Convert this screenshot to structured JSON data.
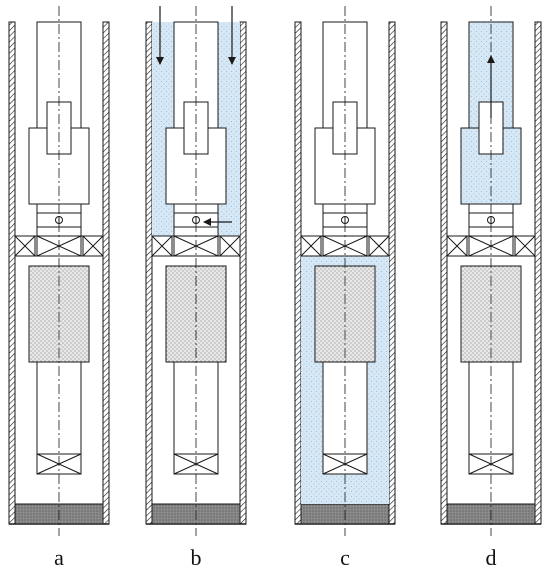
{
  "colors": {
    "stroke": "#1a1a1a",
    "fluid": "#d6e8f5",
    "fluid_dots": "#8fb3cf",
    "packing": "#e8e8e8",
    "packing_dots": "#555555",
    "bottom_plug": "#8a8a8a",
    "background": "#ffffff"
  },
  "panels": [
    {
      "id": "a",
      "label": "a",
      "fluid": "none",
      "arrows": "none"
    },
    {
      "id": "b",
      "label": "b",
      "fluid": "upper-annulus",
      "arrows": "down-and-into-port"
    },
    {
      "id": "c",
      "label": "c",
      "fluid": "lower-annulus",
      "arrows": "none"
    },
    {
      "id": "d",
      "label": "d",
      "fluid": "upper-tube",
      "arrows": "up"
    }
  ]
}
